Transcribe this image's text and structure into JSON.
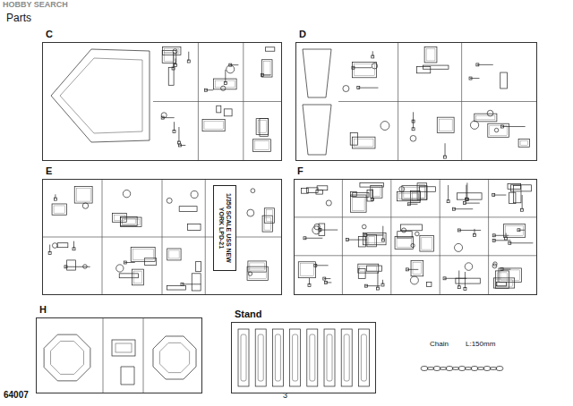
{
  "diagram": {
    "title": "Parts",
    "nodes": [
      {
        "text": [
          "C"
        ]
      },
      {
        "text": [
          "D"
        ]
      },
      {
        "text": [
          "E"
        ]
      },
      {
        "text": [
          "1/350 SCALE USS NEW YORK LPD-21"
        ],
        "in": 2
      },
      {
        "text": [
          "F"
        ]
      },
      {
        "text": [
          "H"
        ]
      },
      {
        "text": [
          "Stand"
        ]
      }
    ],
    "labels": [
      "HOBBY SEARCH",
      "Chain",
      "L:150mm",
      "64007",
      "3"
    ]
  }
}
